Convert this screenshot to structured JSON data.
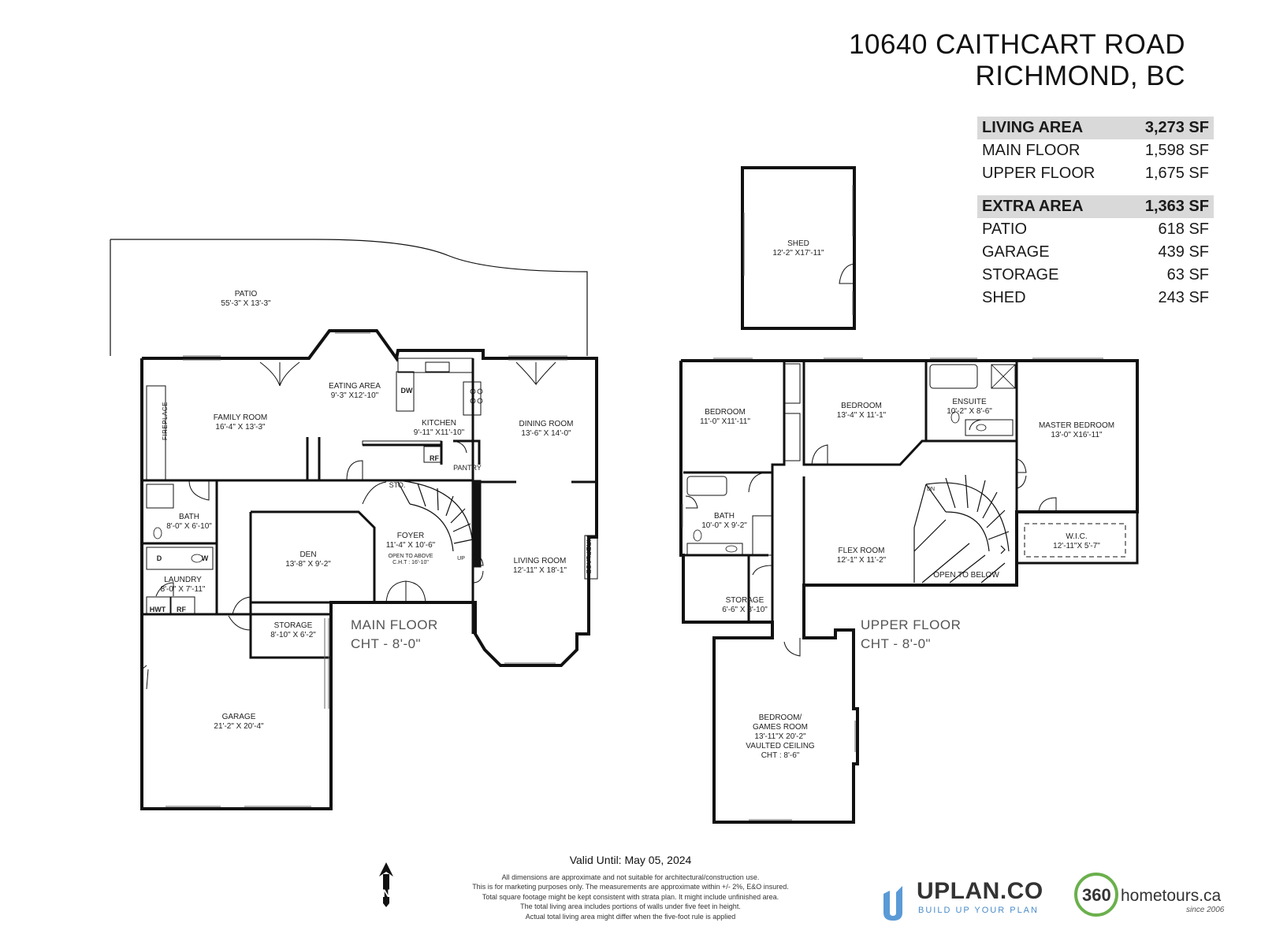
{
  "address": {
    "line1": "10640 CAITHCART ROAD",
    "line2": "RICHMOND, BC"
  },
  "living_area": {
    "header": {
      "label": "LIVING AREA",
      "value": "3,273 SF"
    },
    "rows": [
      {
        "label": "MAIN FLOOR",
        "value": "1,598 SF"
      },
      {
        "label": "UPPER FLOOR",
        "value": "1,675 SF"
      }
    ]
  },
  "extra_area": {
    "header": {
      "label": "EXTRA AREA",
      "value": "1,363 SF"
    },
    "rows": [
      {
        "label": "PATIO",
        "value": "618 SF"
      },
      {
        "label": "GARAGE",
        "value": "439 SF"
      },
      {
        "label": "STORAGE",
        "value": "63 SF"
      },
      {
        "label": "SHED",
        "value": "243 SF"
      }
    ]
  },
  "main_floor": {
    "title": "MAIN FLOOR",
    "ceiling": "CHT - 8'-0\"",
    "patio": {
      "name": "PATIO",
      "dim": "55'-3\" X 13'-3\""
    },
    "family_room": {
      "name": "FAMILY ROOM",
      "dim": "16'-4\" X 13'-3\""
    },
    "eating_area": {
      "name": "EATING AREA",
      "dim": "9'-3\" X12'-10\""
    },
    "kitchen": {
      "name": "KITCHEN",
      "dim": "9'-11\" X11'-10\""
    },
    "dining_room": {
      "name": "DINING ROOM",
      "dim": "13'-6\" X 14'-0\""
    },
    "living_room": {
      "name": "LIVING ROOM",
      "dim": "12'-11\" X 18'-1\""
    },
    "bath": {
      "name": "BATH",
      "dim": "8'-0\" X 6'-10\""
    },
    "laundry": {
      "name": "LAUNDRY",
      "dim": "8'-0\" X 7'-11\""
    },
    "den": {
      "name": "DEN",
      "dim": "13'-8\" X 9'-2\""
    },
    "foyer": {
      "name": "FOYER",
      "dim": "11'-4\" X 10'-6\"",
      "note1": "OPEN TO ABOVE",
      "note2": "C.H.T : 16'-10\""
    },
    "storage": {
      "name": "STORAGE",
      "dim": "8'-10\" X 6'-2\""
    },
    "garage": {
      "name": "GARAGE",
      "dim": "21'-2\" X 20'-4\""
    },
    "fireplace": "FIREPLACE",
    "pantry": "PANTRY",
    "sto": "STO.",
    "up": "UP",
    "dw": "DW",
    "rf": "RF",
    "d": "D",
    "w": "W",
    "hwt": "HWT"
  },
  "shed": {
    "name": "SHED",
    "dim": "12'-2\" X17'-11\""
  },
  "upper_floor": {
    "title": "UPPER FLOOR",
    "ceiling": "CHT - 8'-0\"",
    "bedroom1": {
      "name": "BEDROOM",
      "dim": "11'-0\" X11'-11\""
    },
    "bedroom2": {
      "name": "BEDROOM",
      "dim": "13'-4\" X 11'-1\""
    },
    "ensuite": {
      "name": "ENSUITE",
      "dim": "10'-2\" X 8'-6\""
    },
    "master_bedroom": {
      "name": "MASTER BEDROOM",
      "dim": "13'-0\" X16'-11\""
    },
    "bath": {
      "name": "BATH",
      "dim": "10'-0\" X 9'-2\""
    },
    "flex_room": {
      "name": "FLEX ROOM",
      "dim": "12'-1\" X 11'-2\""
    },
    "wic": {
      "name": "W.I.C.",
      "dim": "12'-11\"X 5'-7\""
    },
    "open_to_below": "OPEN TO BELOW",
    "storage": {
      "name": "STORAGE",
      "dim": "6'-6\" X 8'-10\""
    },
    "games_room": {
      "name": "BEDROOM/",
      "name2": "GAMES ROOM",
      "dim": "13'-11\"X 20'-2\"",
      "note1": "VAULTED CEILING",
      "note2": "CHT : 8'-6\""
    },
    "dn": "DN"
  },
  "footer": {
    "valid": "Valid Until: May 05, 2024",
    "disclaimer": [
      "All dimensions are approximate and not suitable for architectural/construction use.",
      "This is for marketing purposes only. The measurements are approximate within +/- 2%, E&O insured.",
      "Total square footage might be kept consistent with strata plan. It might include unfinished area.",
      "The total living area includes portions of walls under five feet in height.",
      "Actual total living area might differ when the five-foot rule is applied"
    ],
    "uplan": "UPLAN.CO",
    "uplan_tag": "BUILD UP YOUR PLAN",
    "hometours_num": "360",
    "hometours_name": "hometours.ca",
    "since": "since 2006"
  }
}
